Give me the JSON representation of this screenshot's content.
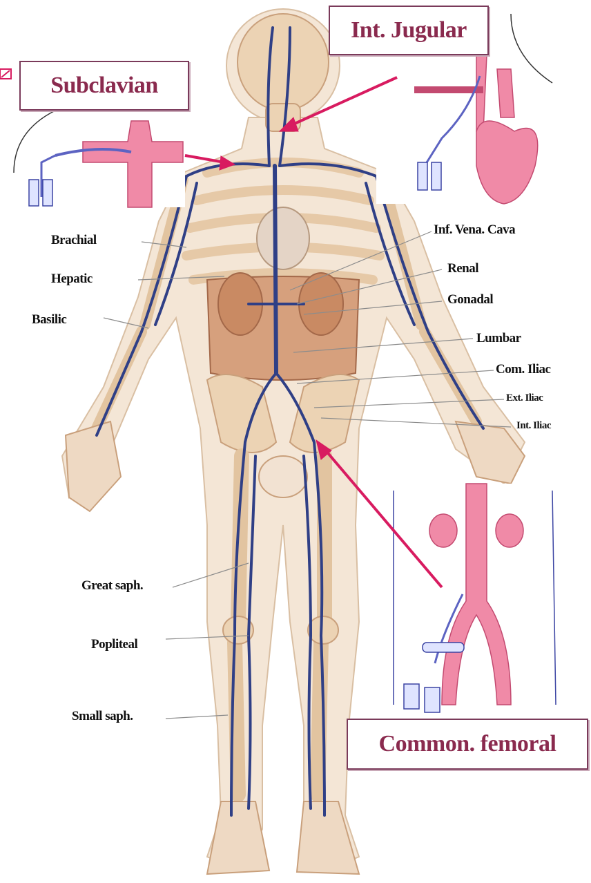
{
  "callouts": {
    "subclavian": "Subclavian",
    "int_jugular": "Int. Jugular",
    "common_femoral": "Common. femoral"
  },
  "labels": {
    "brachial": "Brachial",
    "hepatic": "Hepatic",
    "basilic": "Basilic",
    "inf_vena_cava": "Inf. Vena. Cava",
    "renal": "Renal",
    "gonadal": "Gonadal",
    "lumbar": "Lumbar",
    "com_iliac": "Com. Iliac",
    "ext_iliac": "Ext. Iliac",
    "int_iliac": "Int. Iliac",
    "great_saph": "Great saph.",
    "popliteal": "Popliteal",
    "small_saph": "Small saph."
  },
  "colors": {
    "vein": "#2f3f86",
    "bone": "#ecd3b4",
    "skin": "#f3e3d3",
    "organ": "#c98a63",
    "inset_pink": "#f08aa7",
    "arrow": "#d81b60",
    "callout_text": "#8a2a4e"
  }
}
